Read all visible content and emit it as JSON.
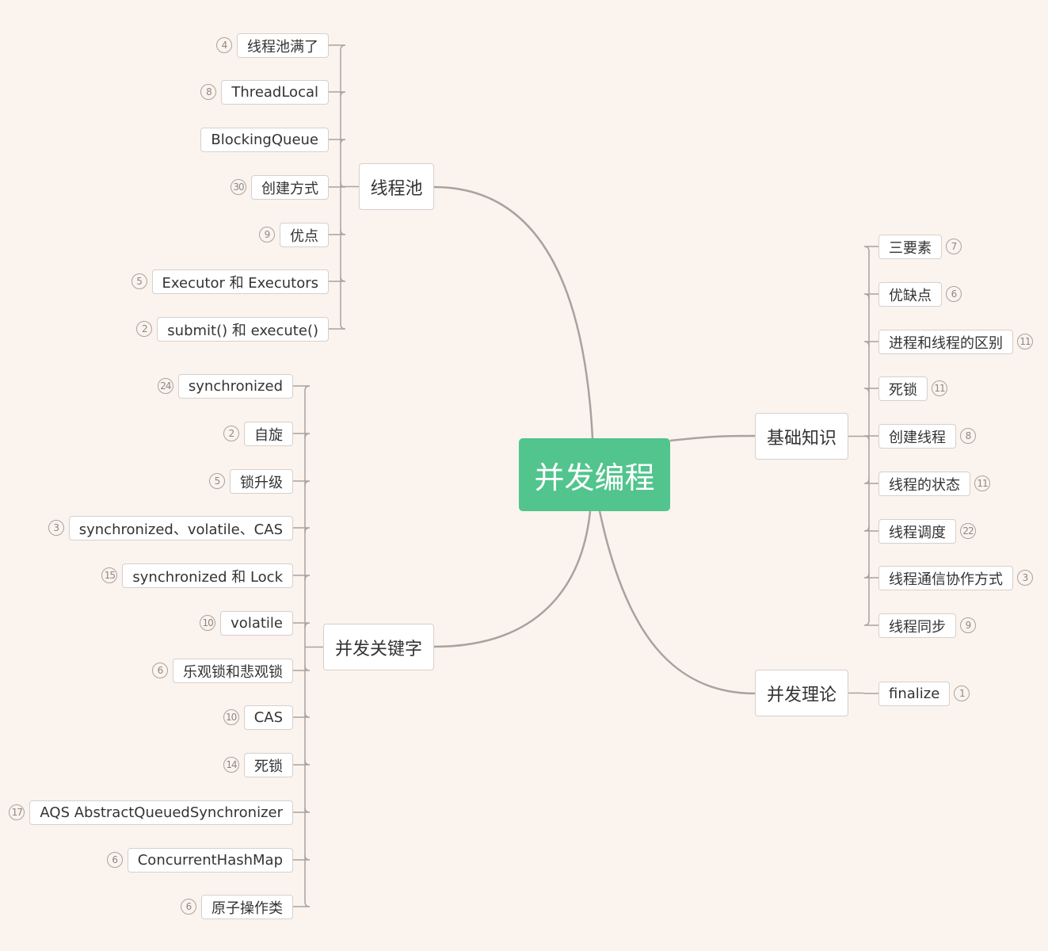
{
  "root": {
    "label": "并发编程",
    "color": "#52c48d"
  },
  "branches": [
    {
      "label": "线程池",
      "children": [
        {
          "label": "线程池满了",
          "badge": "4"
        },
        {
          "label": "ThreadLocal",
          "badge": "8"
        },
        {
          "label": "BlockingQueue",
          "badge": null
        },
        {
          "label": "创建方式",
          "badge": "30"
        },
        {
          "label": "优点",
          "badge": "9"
        },
        {
          "label": "Executor 和 Executors",
          "badge": "5"
        },
        {
          "label": "submit() 和 execute()",
          "badge": "2"
        }
      ]
    },
    {
      "label": "并发关键字",
      "children": [
        {
          "label": "synchronized",
          "badge": "24"
        },
        {
          "label": "自旋",
          "badge": "2"
        },
        {
          "label": "锁升级",
          "badge": "5"
        },
        {
          "label": "synchronized、volatile、CAS",
          "badge": "3"
        },
        {
          "label": "synchronized 和 Lock",
          "badge": "15"
        },
        {
          "label": "volatile",
          "badge": "10"
        },
        {
          "label": "乐观锁和悲观锁",
          "badge": "6"
        },
        {
          "label": "CAS",
          "badge": "10"
        },
        {
          "label": "死锁",
          "badge": "14"
        },
        {
          "label": "AQS AbstractQueuedSynchronizer",
          "badge": "17"
        },
        {
          "label": "ConcurrentHashMap",
          "badge": "6"
        },
        {
          "label": "原子操作类",
          "badge": "6"
        }
      ]
    },
    {
      "label": "基础知识",
      "children": [
        {
          "label": "三要素",
          "badge": "7"
        },
        {
          "label": "优缺点",
          "badge": "6"
        },
        {
          "label": "进程和线程的区别",
          "badge": "11"
        },
        {
          "label": "死锁",
          "badge": "11"
        },
        {
          "label": "创建线程",
          "badge": "8"
        },
        {
          "label": "线程的状态",
          "badge": "11"
        },
        {
          "label": "线程调度",
          "badge": "22"
        },
        {
          "label": "线程通信协作方式",
          "badge": "3"
        },
        {
          "label": "线程同步",
          "badge": "9"
        }
      ]
    },
    {
      "label": "并发理论",
      "children": [
        {
          "label": "finalize",
          "badge": "1"
        }
      ]
    }
  ]
}
